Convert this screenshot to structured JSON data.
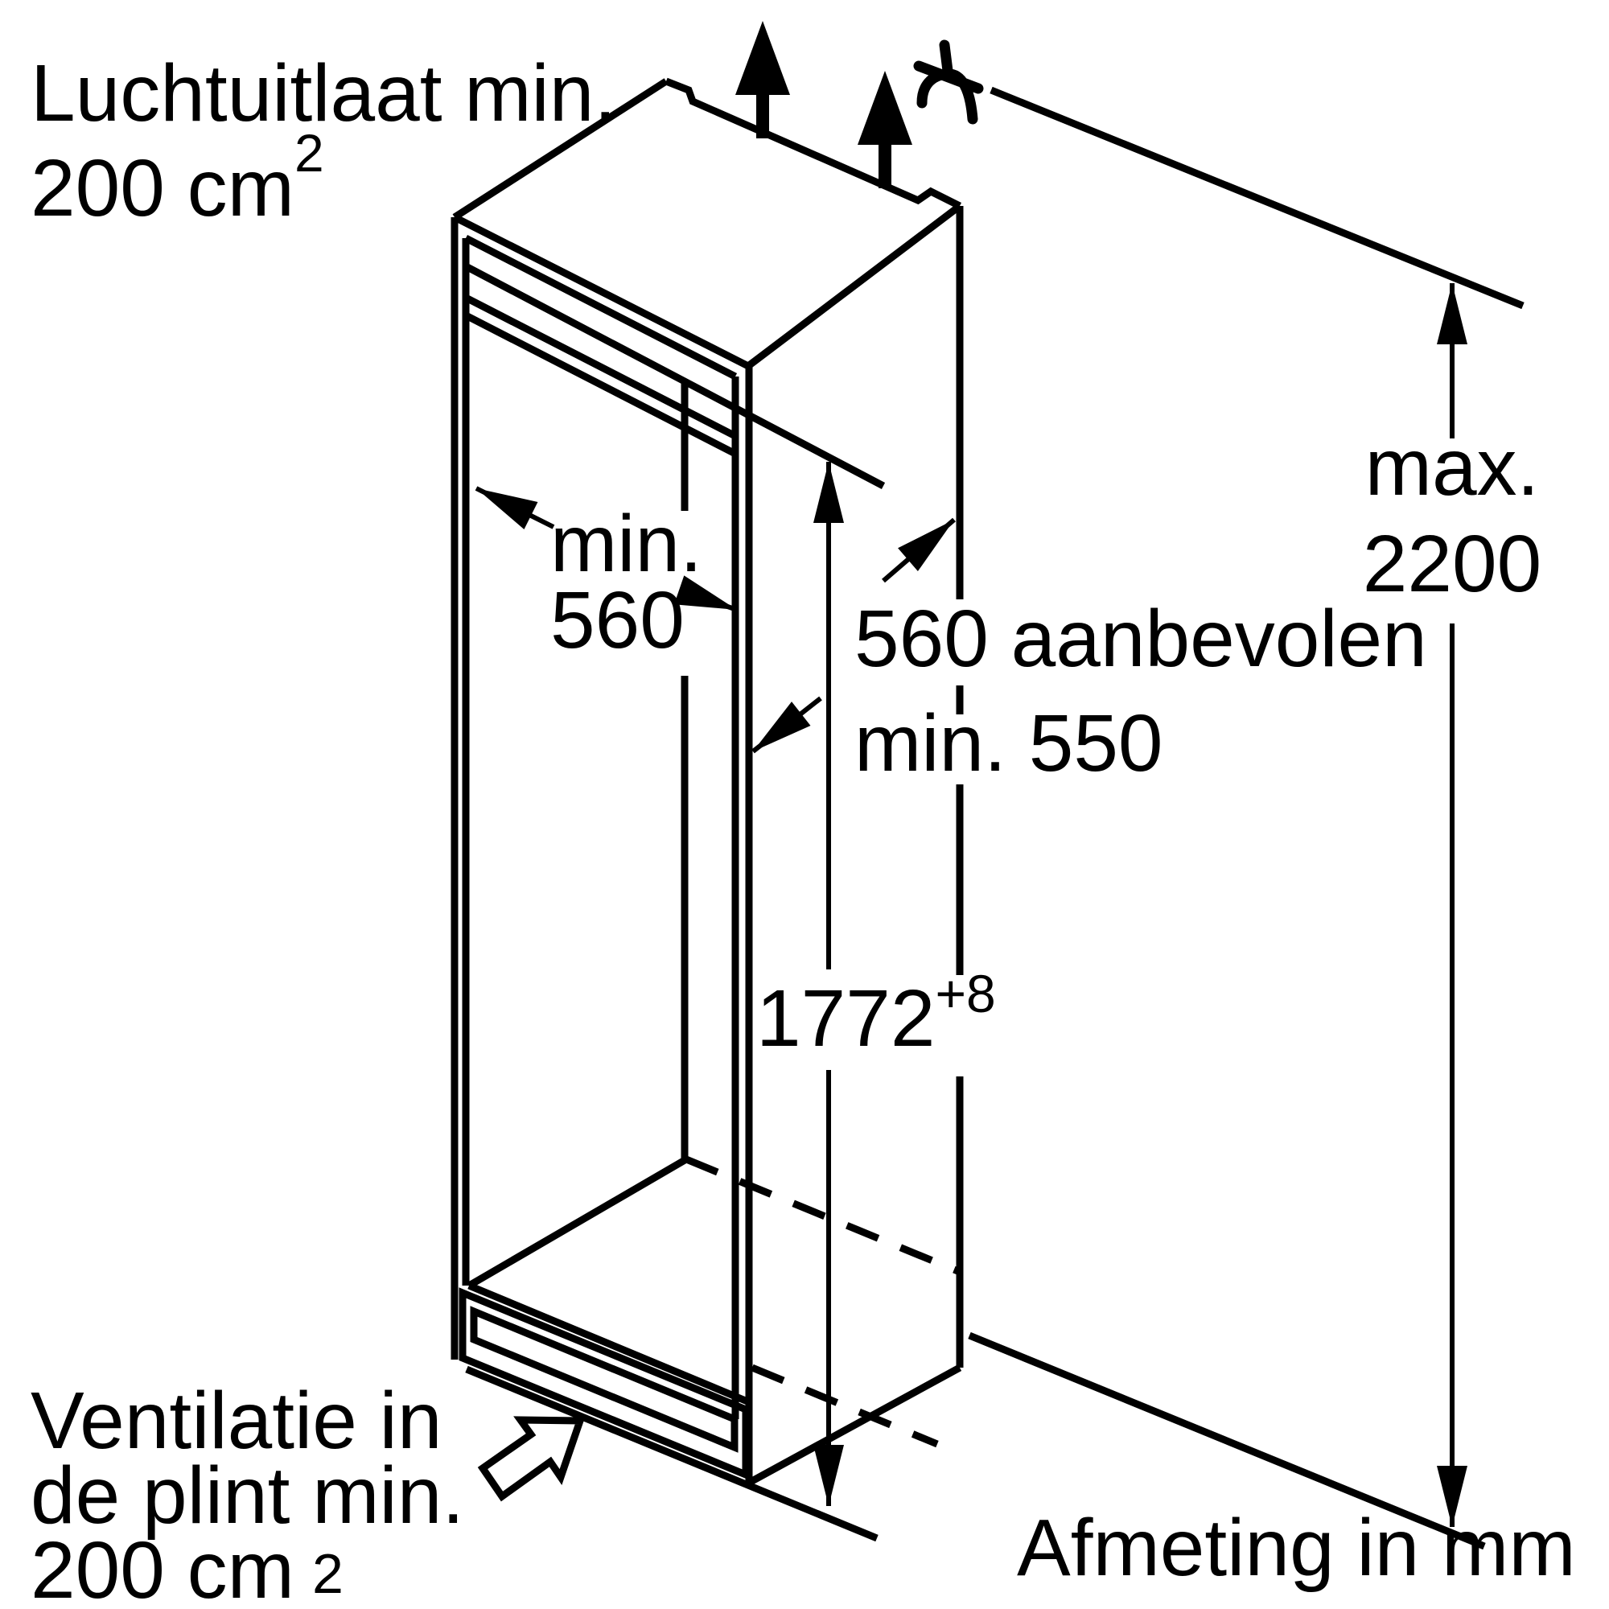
{
  "diagram": {
    "title": "built-in appliance niche installation drawing",
    "unit_note": "Afmeting in mm",
    "labels": {
      "air_outlet": {
        "line1": "Luchtuitlaat min.",
        "line2": "200 cm",
        "superscript": "2"
      },
      "plinth_vent": {
        "line1": "Ventilatie in",
        "line2": "de plint min.",
        "line3": "200 cm",
        "subscript": "2"
      }
    },
    "dimensions": {
      "max_height": {
        "prefix": "max.",
        "value": "2200"
      },
      "niche_width": {
        "prefix": "min.",
        "value": "560"
      },
      "niche_depth": {
        "line1": "560 aanbevolen",
        "line2": "min. 550"
      },
      "niche_height": {
        "value": "1772",
        "tolerance": "+8"
      }
    },
    "icons": {
      "airflow_up_1": "up-arrow",
      "airflow_up_2": "up-arrow",
      "power_cord": "power-cord",
      "plinth_airflow": "hollow-up-right-arrow"
    },
    "colors": {
      "line": "#000000",
      "background": "#ffffff"
    }
  }
}
